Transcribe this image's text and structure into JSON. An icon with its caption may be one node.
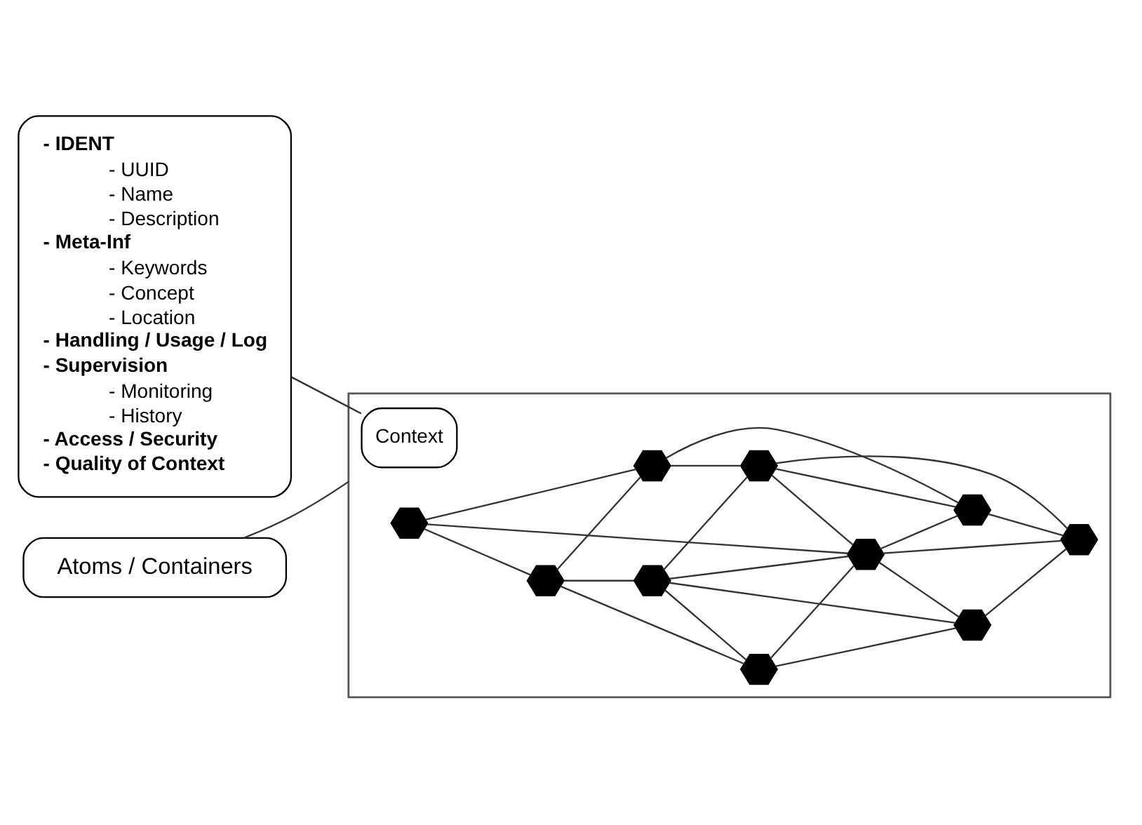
{
  "diagram": {
    "nodes": [
      {
        "text": [
          "- IDENT",
          "- UUID",
          "- Name",
          "- Description",
          "- Meta-Inf",
          "- Keywords",
          "- Concept",
          "- Location",
          "- Handling / Usage / Log",
          "- Supervision",
          "- Monitoring",
          "- History",
          "- Access / Security",
          "- Quality of Context"
        ]
      },
      {
        "text": [],
        "shape": "pentagon"
      },
      {
        "text": [
          "Context"
        ],
        "in": 1
      },
      {
        "text": [],
        "shape": "hexagon",
        "in": 1
      },
      {
        "text": [],
        "shape": "hexagon",
        "in": 1
      },
      {
        "text": [],
        "shape": "hexagon",
        "in": 1
      },
      {
        "text": [],
        "shape": "hexagon",
        "in": 1
      },
      {
        "text": [],
        "shape": "hexagon",
        "in": 1
      },
      {
        "text": [],
        "shape": "hexagon",
        "in": 1
      },
      {
        "text": [],
        "shape": "hexagon",
        "in": 1
      },
      {
        "text": [],
        "shape": "hexagon",
        "in": 1
      },
      {
        "text": [],
        "shape": "hexagon",
        "in": 1
      },
      {
        "text": [],
        "shape": "hexagon",
        "in": 1
      },
      {
        "text": [
          "Atoms / Containers"
        ]
      }
    ],
    "edges": [
      {
        "from": 0,
        "to": 2,
        "arrow": "none"
      },
      {
        "from": 3,
        "to": 4,
        "arrow": "none"
      },
      {
        "from": 3,
        "to": 5,
        "arrow": "none"
      },
      {
        "from": 3,
        "to": 9,
        "arrow": "none"
      },
      {
        "from": 4,
        "to": 5,
        "arrow": "none"
      },
      {
        "from": 4,
        "to": 6,
        "arrow": "none"
      },
      {
        "from": 5,
        "to": 7,
        "arrow": "none"
      },
      {
        "from": 6,
        "to": 7,
        "arrow": "none"
      },
      {
        "from": 4,
        "to": 8,
        "arrow": "none"
      },
      {
        "from": 5,
        "to": 10,
        "arrow": "none"
      },
      {
        "from": 6,
        "to": 8,
        "arrow": "none"
      },
      {
        "from": 6,
        "to": 11,
        "arrow": "none"
      },
      {
        "from": 6,
        "to": 9,
        "arrow": "none"
      },
      {
        "from": 7,
        "to": 9,
        "arrow": "none"
      },
      {
        "from": 7,
        "to": 12,
        "arrow": "none"
      },
      {
        "from": 7,
        "to": 10,
        "arrow": "none"
      },
      {
        "from": 8,
        "to": 9,
        "arrow": "none"
      },
      {
        "from": 9,
        "to": 10,
        "arrow": "none"
      },
      {
        "from": 8,
        "to": 11,
        "arrow": "none"
      },
      {
        "from": 9,
        "to": 11,
        "arrow": "none"
      },
      {
        "from": 9,
        "to": 12,
        "arrow": "none"
      },
      {
        "from": 10,
        "to": 12,
        "arrow": "none"
      },
      {
        "from": 11,
        "to": 12,
        "arrow": "none"
      },
      {
        "from": 13,
        "to": 1,
        "arrow": "none"
      }
    ]
  }
}
